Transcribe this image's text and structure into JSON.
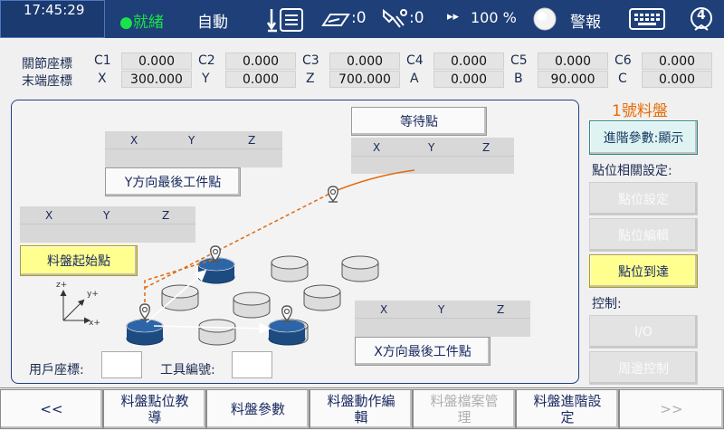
{
  "topbar": {
    "time": "17:45:29",
    "status": "●就緒",
    "mode": "自動",
    "counter1": ":0",
    "counter2": ":0",
    "speed": "100 %",
    "speed_prefix": "▸▸",
    "alarm": "警報",
    "badge": "4"
  },
  "coords": {
    "joint_label": "關節座標",
    "end_label": "末端座標",
    "joint": [
      {
        "axis": "C1",
        "value": "0.000"
      },
      {
        "axis": "C2",
        "value": "0.000"
      },
      {
        "axis": "C3",
        "value": "0.000"
      },
      {
        "axis": "C4",
        "value": "0.000"
      },
      {
        "axis": "C5",
        "value": "0.000"
      },
      {
        "axis": "C6",
        "value": "0.000"
      }
    ],
    "end": [
      {
        "axis": "X",
        "value": "300.000"
      },
      {
        "axis": "Y",
        "value": "0.000"
      },
      {
        "axis": "Z",
        "value": "700.000"
      },
      {
        "axis": "A",
        "value": "0.000"
      },
      {
        "axis": "B",
        "value": "90.000"
      },
      {
        "axis": "C",
        "value": "0.000"
      }
    ]
  },
  "panel": {
    "wait_point": "等待點",
    "y_last": "Y方向最後工件點",
    "start_point": "料盤起始點",
    "x_last": "X方向最後工件點",
    "user_coord": "用戶座標:",
    "tool_no": "工具編號:",
    "axis_x": "X",
    "axis_y": "Y",
    "axis_z": "Z",
    "origin_z": "z+",
    "origin_y": "y+",
    "origin_x": "x+"
  },
  "side": {
    "title": "1號料盤",
    "advanced": "進階參數:顯示",
    "point_settings_label": "點位相關設定:",
    "point_set": "點位設定",
    "point_edit": "點位編輯",
    "point_arrive": "點位到達",
    "control_label": "控制:",
    "io": "I/O",
    "peripheral": "周邊控制"
  },
  "bottom": {
    "prev": "<<",
    "teach": "料盤點位教導",
    "params": "料盤參數",
    "motion_edit": "料盤動作編輯",
    "file_mgmt": "料盤檔案管理",
    "adv_settings": "料盤進階設定",
    "next": ">>"
  },
  "colors": {
    "topbar": "#1e3f78",
    "ready": "#19e34a",
    "title": "#e86a00",
    "path": "#e06a10",
    "puck": "#1c4b82"
  }
}
